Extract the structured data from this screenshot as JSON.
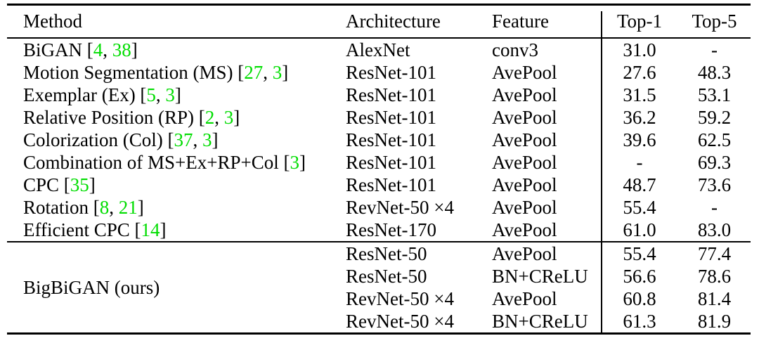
{
  "colors": {
    "citation_green": "#00dd00",
    "text": "#000000",
    "rule": "#000000",
    "background": "#ffffff"
  },
  "table": {
    "headers": {
      "method": "Method",
      "architecture": "Architecture",
      "feature": "Feature",
      "top1": "Top-1",
      "top5": "Top-5"
    },
    "rows": [
      {
        "method": {
          "name": "BiGAN",
          "refs": [
            "4",
            "38"
          ]
        },
        "architecture": "AlexNet",
        "feature": "conv3",
        "top1": "31.0",
        "top5": "-"
      },
      {
        "method": {
          "name": "Motion Segmentation (MS)",
          "refs": [
            "27",
            "3"
          ]
        },
        "architecture": "ResNet-101",
        "feature": "AvePool",
        "top1": "27.6",
        "top5": "48.3"
      },
      {
        "method": {
          "name": "Exemplar (Ex)",
          "refs": [
            "5",
            "3"
          ]
        },
        "architecture": "ResNet-101",
        "feature": "AvePool",
        "top1": "31.5",
        "top5": "53.1"
      },
      {
        "method": {
          "name": "Relative Position (RP)",
          "refs": [
            "2",
            "3"
          ]
        },
        "architecture": "ResNet-101",
        "feature": "AvePool",
        "top1": "36.2",
        "top5": "59.2"
      },
      {
        "method": {
          "name": "Colorization (Col)",
          "refs": [
            "37",
            "3"
          ]
        },
        "architecture": "ResNet-101",
        "feature": "AvePool",
        "top1": "39.6",
        "top5": "62.5"
      },
      {
        "method": {
          "name": "Combination of MS+Ex+RP+Col",
          "refs": [
            "3"
          ]
        },
        "architecture": "ResNet-101",
        "feature": "AvePool",
        "top1": "-",
        "top5": "69.3"
      },
      {
        "method": {
          "name": "CPC",
          "refs": [
            "35"
          ]
        },
        "architecture": "ResNet-101",
        "feature": "AvePool",
        "top1": "48.7",
        "top5": "73.6"
      },
      {
        "method": {
          "name": "Rotation",
          "refs": [
            "8",
            "21"
          ]
        },
        "architecture": "RevNet-50 ×4",
        "feature": "AvePool",
        "top1": "55.4",
        "top5": "-"
      },
      {
        "method": {
          "name": "Efficient CPC",
          "refs": [
            "14"
          ]
        },
        "architecture": "ResNet-170",
        "feature": "AvePool",
        "top1": "61.0",
        "top5": "83.0"
      }
    ],
    "group": {
      "label": "BigBiGAN (ours)",
      "rows": [
        {
          "architecture": "ResNet-50",
          "feature": "AvePool",
          "top1": "55.4",
          "top5": "77.4"
        },
        {
          "architecture": "ResNet-50",
          "feature": "BN+CReLU",
          "top1": "56.6",
          "top5": "78.6"
        },
        {
          "architecture": "RevNet-50 ×4",
          "feature": "AvePool",
          "top1": "60.8",
          "top5": "81.4"
        },
        {
          "architecture": "RevNet-50 ×4",
          "feature": "BN+CReLU",
          "top1": "61.3",
          "top5": "81.9"
        }
      ]
    }
  }
}
